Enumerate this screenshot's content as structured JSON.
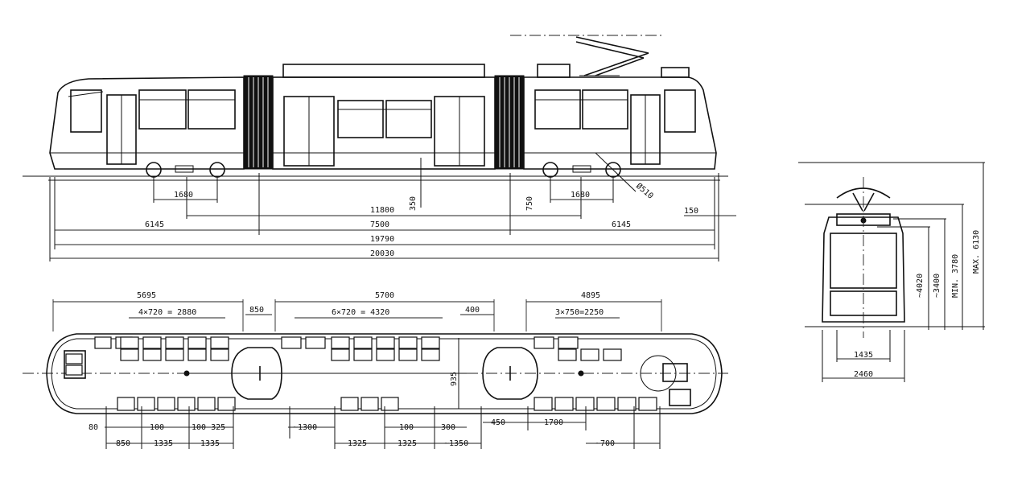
{
  "side_view": {
    "dims": {
      "bogie_left": "1680",
      "bogie_right": "1680",
      "floor_height": "350",
      "step_height": "750",
      "bogie_centers": "11800",
      "left_section": "6145",
      "middle_section": "7500",
      "right_section": "6145",
      "overhang_right": "150",
      "body_length": "19790",
      "total_length": "20030",
      "wheel_dia": "Ø510"
    }
  },
  "plan_view": {
    "dims": {
      "left_car": "5695",
      "left_seats": "4×720 = 2880",
      "joint_left": "850",
      "middle_car": "5700",
      "middle_seats": "6×720 = 4320",
      "joint_right": "400",
      "right_car": "4895",
      "right_seats": "3×750=2250",
      "aisle_width": "935",
      "b_850": "850",
      "b_1335a": "1335",
      "b_1335b": "1335",
      "b_80": "80",
      "b_100a": "100",
      "b_100_325": "100 325",
      "b_1300": "~1300",
      "b_1325a": "1325",
      "b_100b": "100",
      "b_1325b": "1325",
      "b_300": "300",
      "b_1350": "~1350",
      "b_450": "450",
      "b_1700": "1700",
      "b_700": "~700"
    }
  },
  "front_view": {
    "dims": {
      "h_roof": "~4020",
      "h_pantograph": "~3400",
      "h_min": "MIN. 3780",
      "h_max": "MAX. 6130",
      "track_gauge": "1435",
      "width": "2460"
    }
  }
}
